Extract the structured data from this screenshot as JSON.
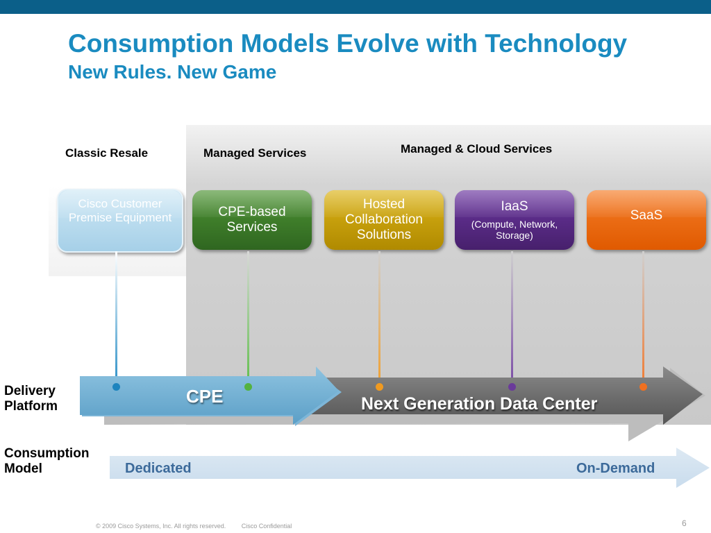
{
  "slide": {
    "title": "Consumption Models Evolve with Technology",
    "subtitle": "New Rules. New Game"
  },
  "headers": {
    "classic": "Classic Resale",
    "managed": "Managed Services",
    "cloud": "Managed & Cloud Services"
  },
  "models": [
    {
      "label": "Cisco Customer Premise Equipment",
      "color": "#a9d3ea"
    },
    {
      "label": "CPE-based Services",
      "color": "#3f7f2c"
    },
    {
      "label": "Hosted Collaboration Solutions",
      "color": "#c9a000"
    },
    {
      "label": "IaaS",
      "detail": "(Compute, Network, Storage)",
      "color": "#5a2a86"
    },
    {
      "label": "SaaS",
      "color": "#f26a0f"
    }
  ],
  "delivery": {
    "label": "Delivery Platform",
    "cpe": "CPE",
    "ngdc": "Next Generation Data Center"
  },
  "consumption": {
    "label": "Consumption Model",
    "dedicated": "Dedicated",
    "on_demand": "On-Demand"
  },
  "footer": {
    "copyright": "© 2009 Cisco Systems, Inc. All rights reserved.",
    "confidential": "Cisco Confidential",
    "page": "6"
  }
}
